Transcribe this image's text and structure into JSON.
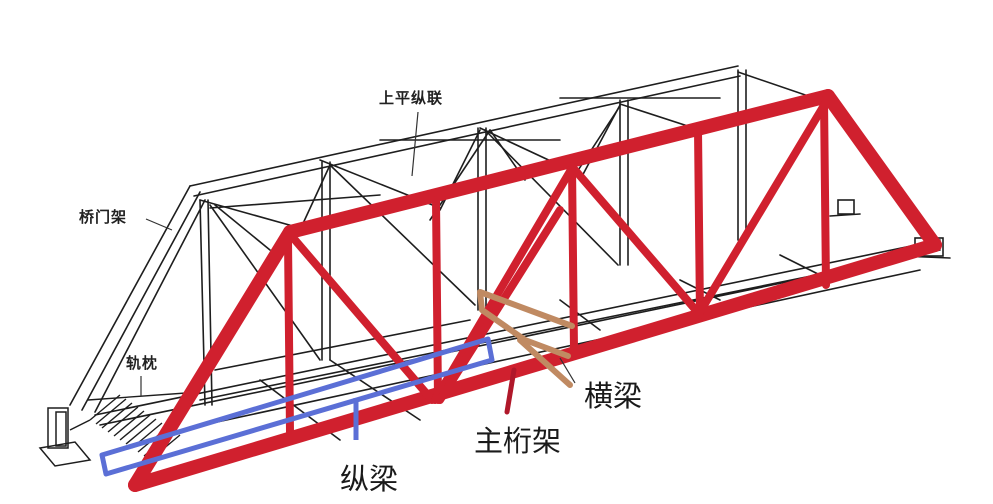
{
  "diagram": {
    "subject": "steel truss railway bridge",
    "colors": {
      "background": "#ffffff",
      "line_drawing": "#1e1e1e",
      "main_truss_highlight": "#d0202e",
      "stringer_highlight": "#5b6fd6",
      "floor_beam_highlight": "#c08a62"
    },
    "labels": {
      "top_lateral_bracing": "上平纵联",
      "portal_frame": "桥门架",
      "sleepers": "轨枕",
      "floor_beam": "横梁",
      "main_truss": "主桁架",
      "stringer": "纵梁"
    }
  }
}
